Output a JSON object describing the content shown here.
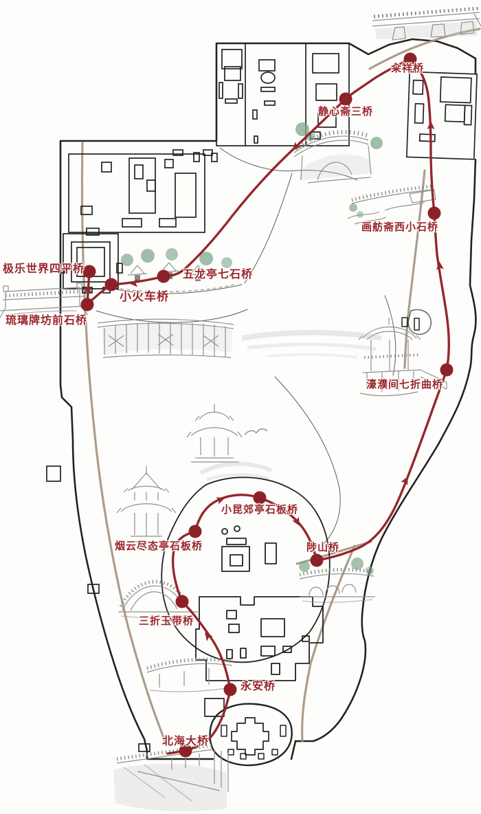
{
  "map": {
    "description": "hand-drawn bridge tour map of Beihai Park",
    "colors": {
      "route": "#93272c",
      "dot": "#8c2227",
      "label": "#9a262b",
      "road": "#a3927d",
      "ink": "#222222",
      "sketch": "#8f8f8f",
      "foliage": "#7fa78c",
      "wash": "#c9c9c9"
    },
    "stops": [
      {
        "label": "北海大桥"
      },
      {
        "label": "永安桥"
      },
      {
        "label": "三折玉带桥"
      },
      {
        "label": "烟云尽态亭石板桥"
      },
      {
        "label": "小昆郊亭石板桥"
      },
      {
        "label": "陟山桥"
      },
      {
        "label": "濠濮间七折曲桥"
      },
      {
        "label": "画舫斋西小石桥"
      },
      {
        "label": "籴祥桥"
      },
      {
        "label": "静心斋三桥"
      },
      {
        "label": "五龙亭七石桥"
      },
      {
        "label": "小火车桥"
      },
      {
        "label": "琉璃牌坊前石桥"
      },
      {
        "label": "极乐世界四平桥"
      }
    ]
  }
}
